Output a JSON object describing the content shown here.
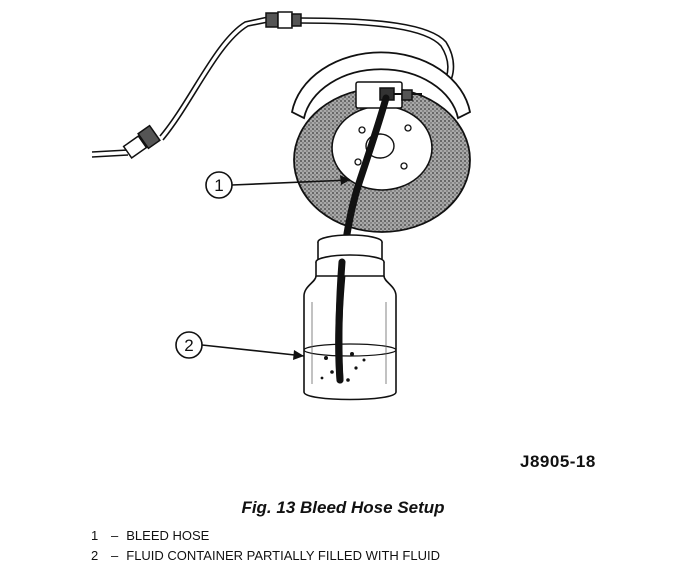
{
  "figure": {
    "code": "J8905-18",
    "caption": "Fig. 13 Bleed Hose Setup"
  },
  "callouts": [
    {
      "number": "1",
      "label": "BLEED HOSE"
    },
    {
      "number": "2",
      "label": "FLUID CONTAINER PARTIALLY FILLED WITH FLUID"
    }
  ],
  "legend_separator": "–",
  "colors": {
    "ink": "#111111",
    "shading": "#8a8a8a",
    "background": "#ffffff"
  }
}
